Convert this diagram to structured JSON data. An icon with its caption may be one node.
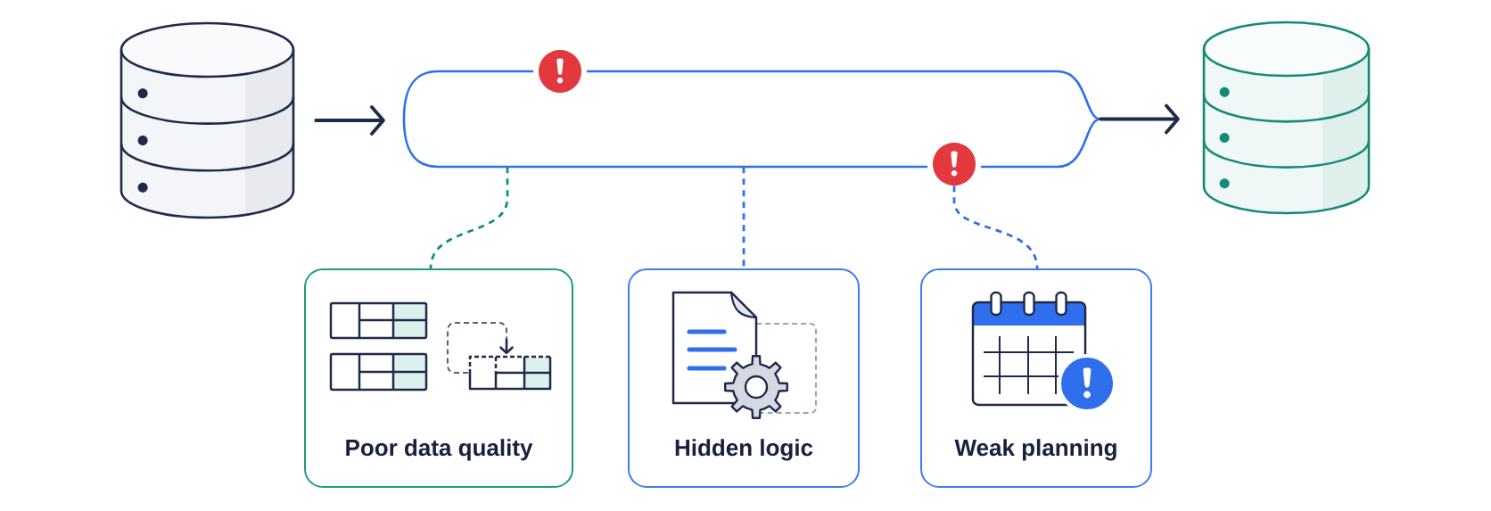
{
  "diagram": {
    "nodes": [
      {
        "text": [],
        "shape": "cylinder"
      },
      {
        "text": [],
        "shape": "pipe"
      },
      {
        "text": [],
        "shape": "circle"
      },
      {
        "text": [],
        "shape": "cylinder"
      },
      {
        "text": [
          "Poor data quality"
        ]
      },
      {
        "text": [
          "Hidden logic"
        ]
      },
      {
        "text": [
          "Weak planning"
        ]
      }
    ],
    "edges": [
      {
        "from": 0,
        "to": 1,
        "arrow": "to"
      },
      {
        "from": 1,
        "to": 3,
        "arrow": "to"
      },
      {
        "from": 1,
        "to": 4,
        "arrow": "none",
        "style": "dashed",
        "color": "#13907e"
      },
      {
        "from": 1,
        "to": 5,
        "arrow": "none",
        "style": "dashed",
        "color": "#2f6fec"
      },
      {
        "from": 2,
        "to": 6,
        "arrow": "none",
        "style": "dashed",
        "color": "#2f6fec"
      }
    ]
  }
}
